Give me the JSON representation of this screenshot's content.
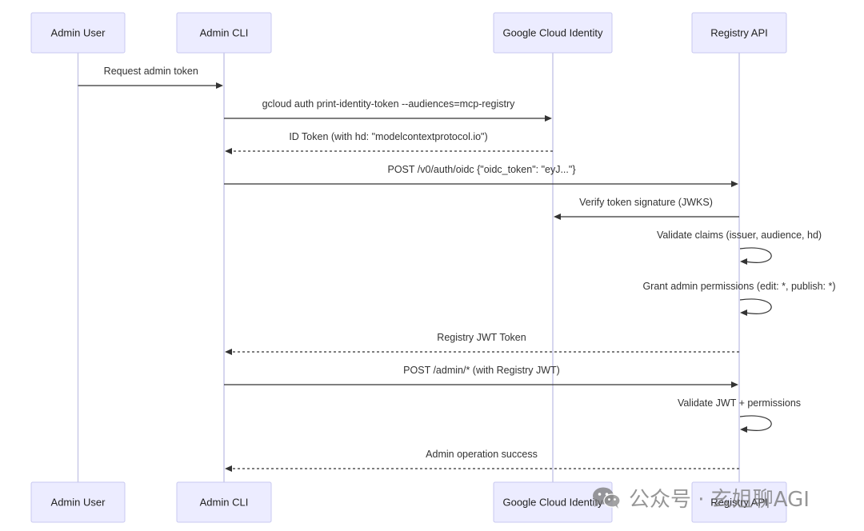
{
  "actors": [
    {
      "id": "admin_user",
      "label": "Admin User"
    },
    {
      "id": "admin_cli",
      "label": "Admin CLI"
    },
    {
      "id": "gci",
      "label": "Google Cloud Identity"
    },
    {
      "id": "registry_api",
      "label": "Registry API"
    }
  ],
  "messages": [
    {
      "from": "admin_user",
      "to": "admin_cli",
      "label": "Request admin token",
      "style": "solid"
    },
    {
      "from": "admin_cli",
      "to": "gci",
      "label": "gcloud auth print-identity-token --audiences=mcp-registry",
      "style": "solid"
    },
    {
      "from": "gci",
      "to": "admin_cli",
      "label": "ID Token (with hd: \"modelcontextprotocol.io\")",
      "style": "dashed"
    },
    {
      "from": "admin_cli",
      "to": "registry_api",
      "label": "POST /v0/auth/oidc {\"oidc_token\": \"eyJ...\"}",
      "style": "solid"
    },
    {
      "from": "registry_api",
      "to": "gci",
      "label": "Verify token signature (JWKS)",
      "style": "solid"
    },
    {
      "from": "registry_api",
      "to": "registry_api",
      "label": "Validate claims (issuer, audience, hd)",
      "style": "solid"
    },
    {
      "from": "registry_api",
      "to": "registry_api",
      "label": "Grant admin permissions (edit: *, publish: *)",
      "style": "solid"
    },
    {
      "from": "registry_api",
      "to": "admin_cli",
      "label": "Registry JWT Token",
      "style": "dashed"
    },
    {
      "from": "admin_cli",
      "to": "registry_api",
      "label": "POST /admin/* (with Registry JWT)",
      "style": "solid"
    },
    {
      "from": "registry_api",
      "to": "registry_api",
      "label": "Validate JWT + permissions",
      "style": "solid"
    },
    {
      "from": "registry_api",
      "to": "admin_cli",
      "label": "Admin operation success",
      "style": "dashed"
    }
  ],
  "watermark": {
    "text": "公众号 · 玄姐聊AGI",
    "icon": "wechat-icon"
  },
  "colors": {
    "actor_fill": "#ECECFF",
    "actor_border": "#C8C8F0",
    "lifeline": "#C9C9E8",
    "message": "#333333"
  }
}
